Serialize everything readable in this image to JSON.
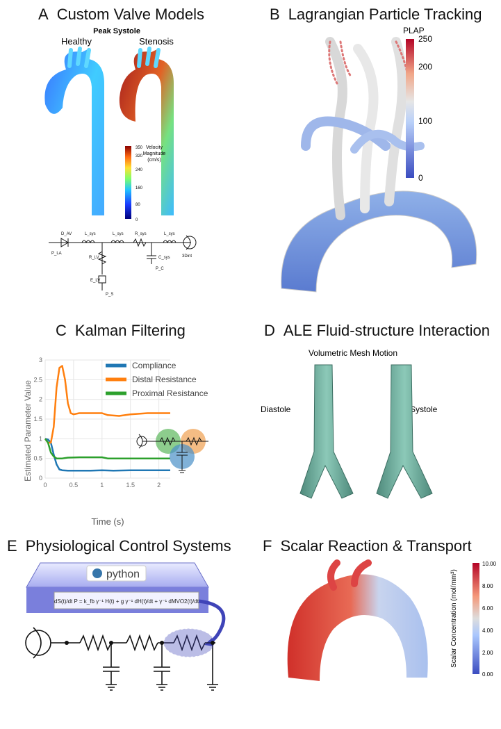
{
  "panels": {
    "a": {
      "letter": "A",
      "title": "Custom Valve Models",
      "subtitle": "Peak Systole",
      "label_healthy": "Healthy",
      "label_stenosis": "Stenosis",
      "colorbar": {
        "title": [
          "Velocity",
          "Magnitude",
          "(cm/s)"
        ],
        "ticks": [
          "350",
          "320",
          "240",
          "160",
          "80",
          "0"
        ]
      },
      "circuit": {
        "labels": [
          "D_AV",
          "L_sys",
          "L_sys",
          "R_sys",
          "L_sys",
          "P_LA",
          "R_LV",
          "C_sys",
          "P_C",
          "E_LV",
          "P_S",
          "3Dint"
        ]
      }
    },
    "b": {
      "letter": "B",
      "title": "Lagrangian Particle Tracking",
      "colorbar": {
        "title": "PLAP",
        "ticks": [
          "250",
          "200",
          "100",
          "0"
        ]
      }
    },
    "c": {
      "letter": "C",
      "title": "Kalman Filtering",
      "legend": [
        "Compliance",
        "Distal Resistance",
        "Proximal Resistance"
      ]
    },
    "d": {
      "letter": "D",
      "title": "ALE Fluid-structure Interaction",
      "subtitle": "Volumetric Mesh Motion",
      "label_left": "Diastole",
      "label_right": "Systole"
    },
    "e": {
      "letter": "E",
      "title": "Physiological Control Systems",
      "logo_text": "python",
      "equation": "dS(t)/dt P = k_fb γ⁻¹ H(t) + g γ⁻¹ dH(t)/dt + γ⁻¹ dMVO2(t)/dt"
    },
    "f": {
      "letter": "F",
      "title": "Scalar Reaction & Transport",
      "colorbar": {
        "title": "Scalar Concentration (mol/mm³)",
        "ticks": [
          "10.00",
          "8.00",
          "6.00",
          "4.00",
          "2.00",
          "0.00"
        ]
      }
    }
  },
  "chart_data": {
    "type": "line",
    "xlabel": "Time (s)",
    "ylabel": "Estimated Parameter Value",
    "xlim": [
      0,
      2.2
    ],
    "ylim": [
      0,
      3
    ],
    "xticks": [
      "0",
      "0.5",
      "1",
      "1.5",
      "2"
    ],
    "yticks": [
      "0",
      "0.5",
      "1",
      "1.5",
      "2",
      "2.5",
      "3"
    ],
    "grid": true,
    "legend_position": "top-right",
    "series": [
      {
        "name": "Compliance",
        "color": "#1f77b4",
        "x": [
          0,
          0.05,
          0.1,
          0.15,
          0.2,
          0.25,
          0.3,
          0.4,
          0.5,
          0.8,
          1.0,
          1.2,
          1.5,
          1.8,
          2.2
        ],
        "y": [
          1.0,
          0.98,
          0.9,
          0.6,
          0.35,
          0.22,
          0.2,
          0.19,
          0.19,
          0.19,
          0.2,
          0.19,
          0.2,
          0.2,
          0.2
        ]
      },
      {
        "name": "Distal Resistance",
        "color": "#ff7f0e",
        "x": [
          0,
          0.05,
          0.1,
          0.15,
          0.2,
          0.25,
          0.3,
          0.35,
          0.4,
          0.45,
          0.5,
          0.6,
          0.8,
          1.0,
          1.1,
          1.3,
          1.5,
          1.8,
          2.2
        ],
        "y": [
          1.0,
          0.9,
          0.9,
          1.3,
          2.3,
          2.8,
          2.85,
          2.5,
          1.9,
          1.65,
          1.62,
          1.65,
          1.65,
          1.65,
          1.6,
          1.58,
          1.62,
          1.65,
          1.65
        ]
      },
      {
        "name": "Proximal Resistance",
        "color": "#2ca02c",
        "x": [
          0,
          0.05,
          0.1,
          0.15,
          0.2,
          0.3,
          0.4,
          0.6,
          0.8,
          1.0,
          1.1,
          1.3,
          1.6,
          2.0,
          2.2
        ],
        "y": [
          1.0,
          0.9,
          0.65,
          0.55,
          0.5,
          0.5,
          0.52,
          0.53,
          0.53,
          0.53,
          0.5,
          0.5,
          0.5,
          0.5,
          0.5
        ]
      }
    ]
  }
}
